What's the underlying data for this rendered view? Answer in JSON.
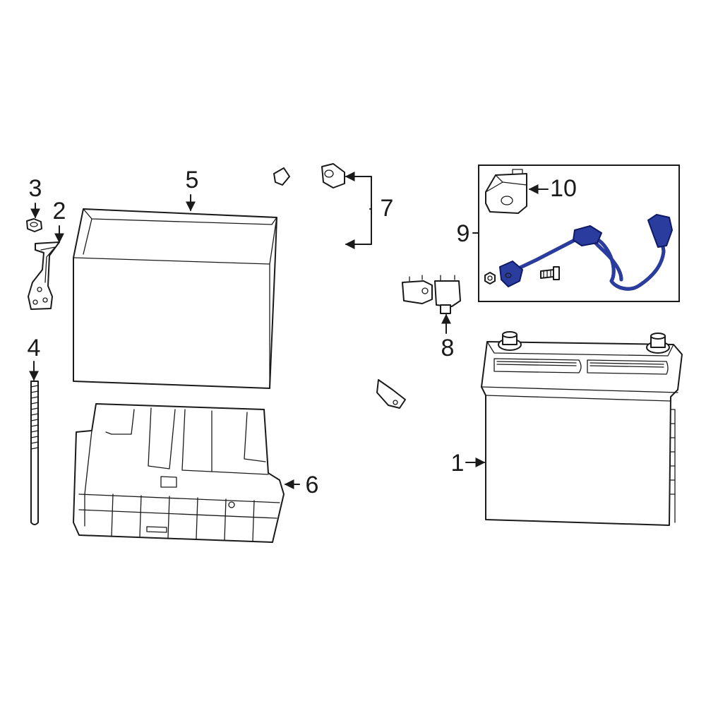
{
  "callouts": {
    "c1": "1",
    "c2": "2",
    "c3": "3",
    "c4": "4",
    "c5": "5",
    "c6": "6",
    "c7": "7",
    "c8": "8",
    "c9": "9",
    "c10": "10"
  },
  "colors": {
    "line": "#1a1a1a",
    "highlight": "#2a3c9e",
    "highlight_outline": "#0e1a66",
    "background": "#ffffff"
  }
}
